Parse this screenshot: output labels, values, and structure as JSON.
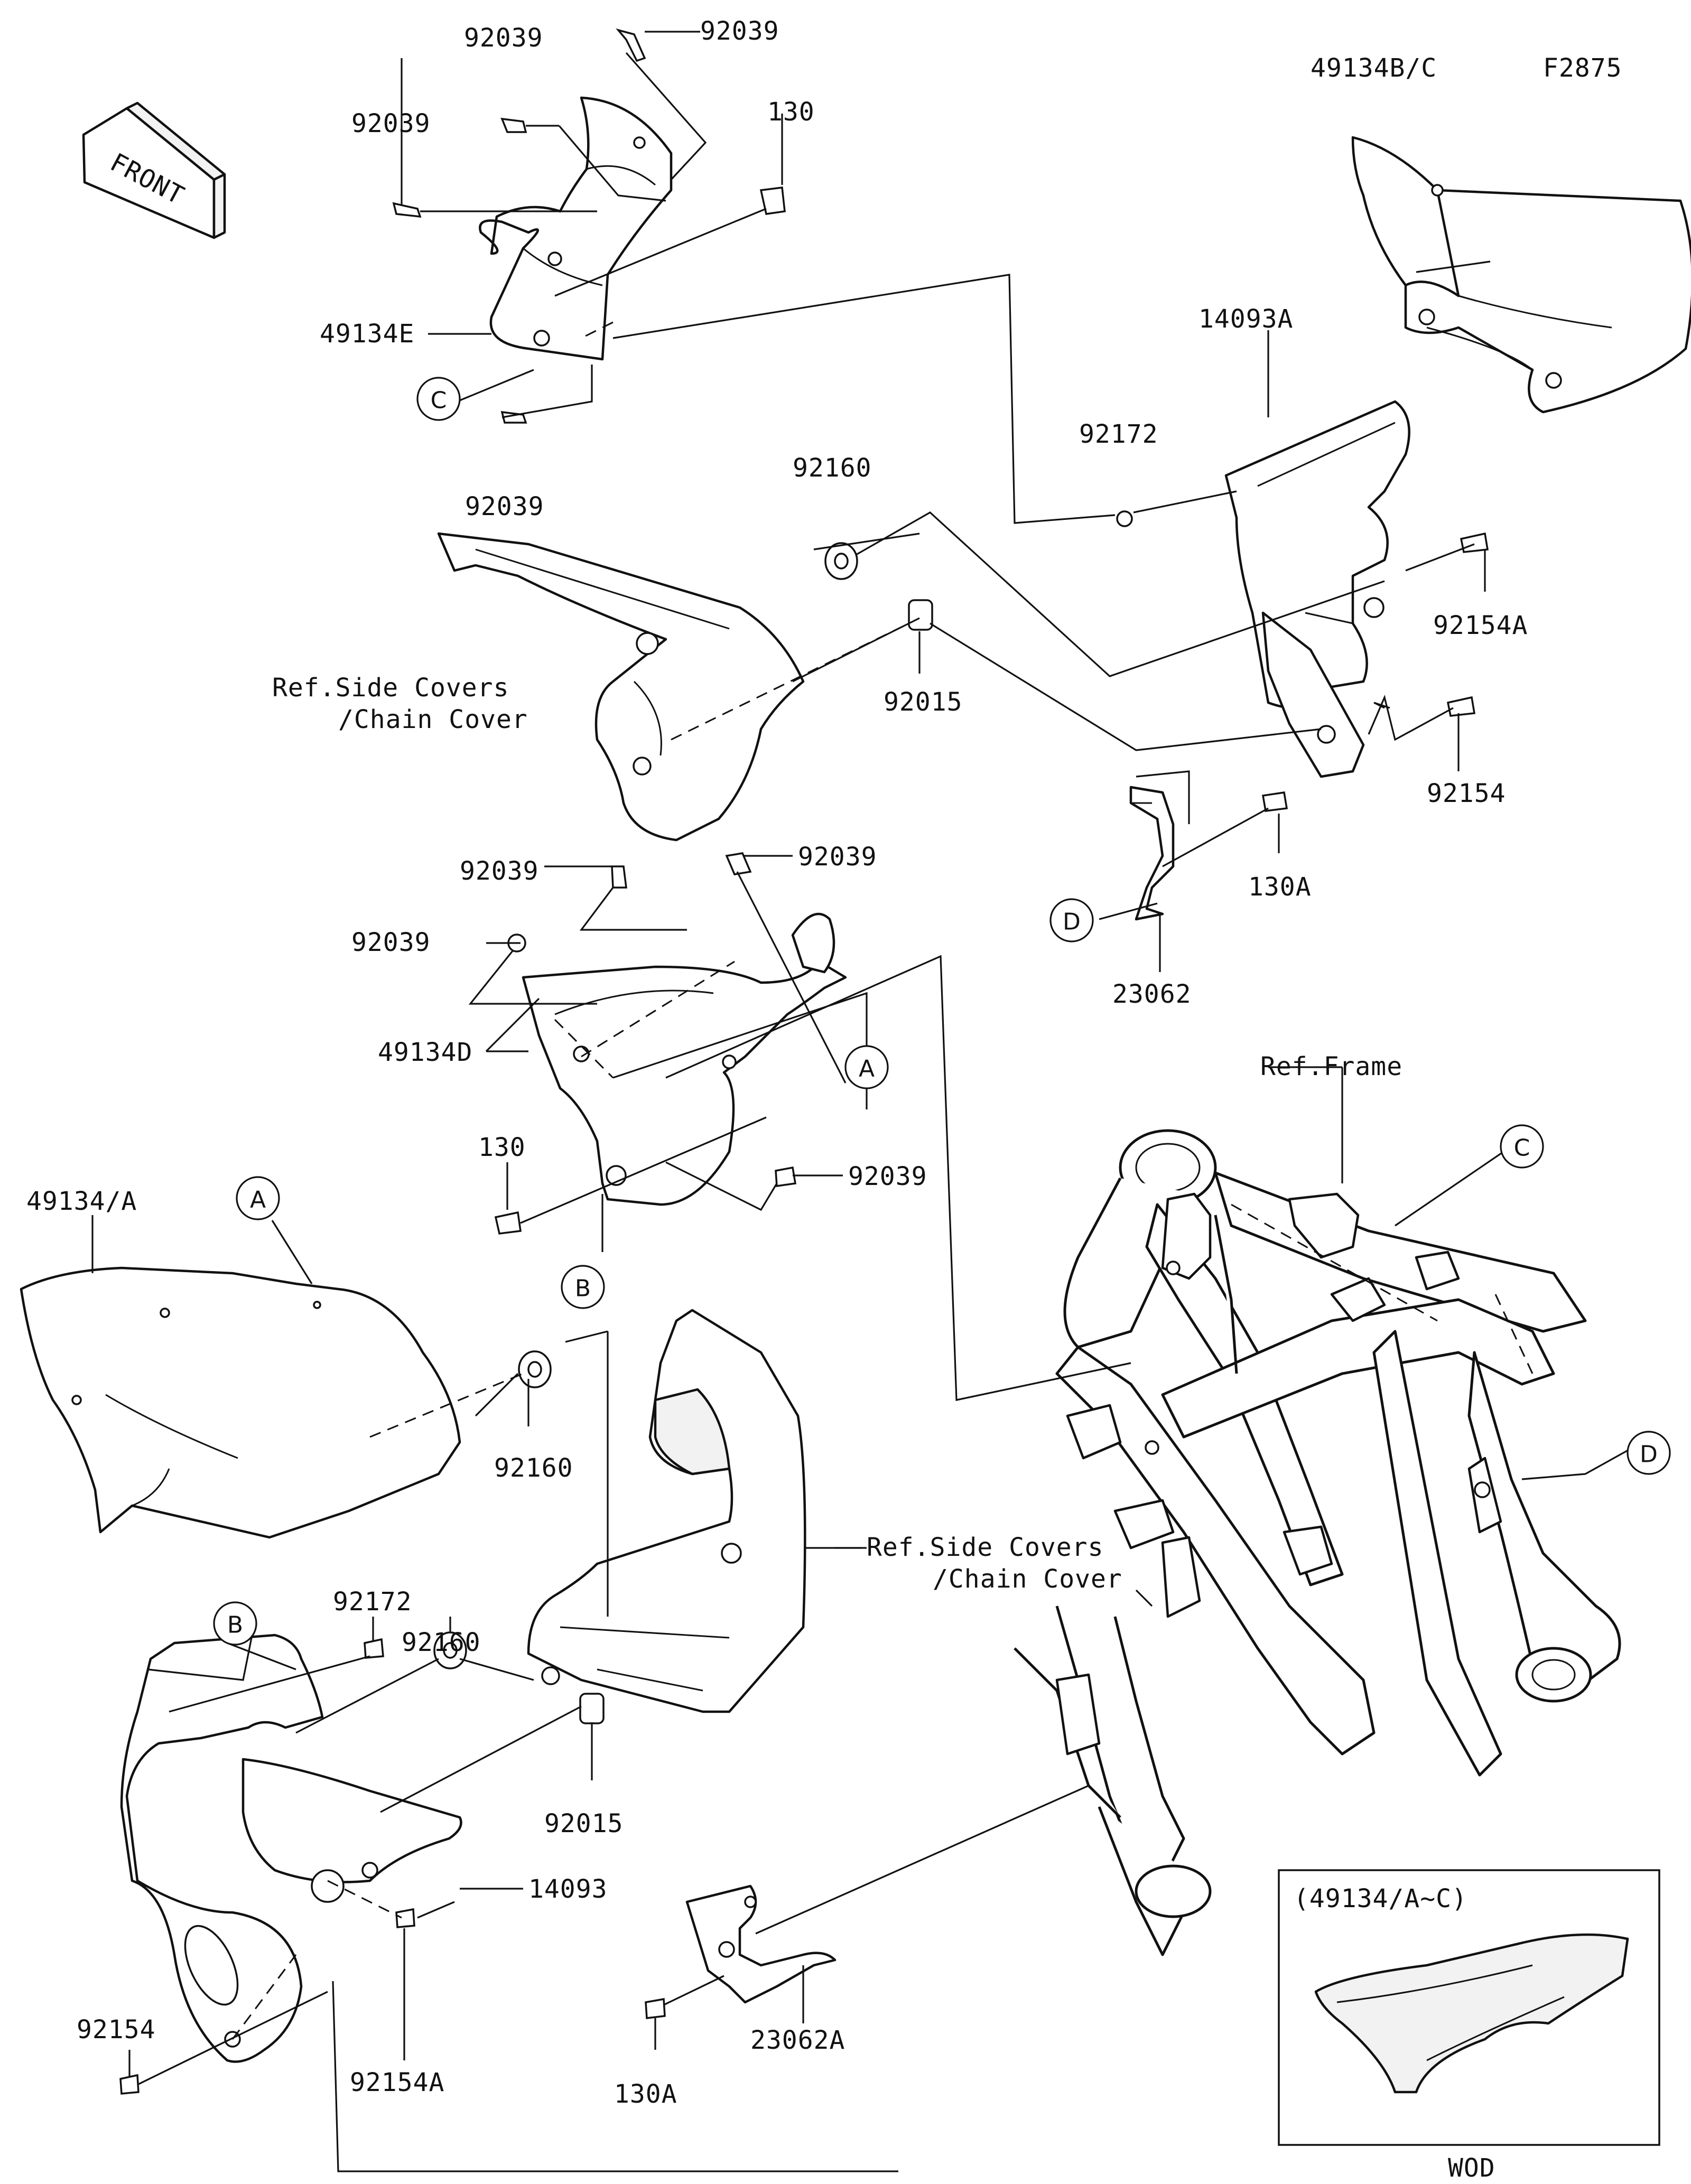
{
  "diagram_code": "F2875",
  "front_arrow": "FRONT",
  "parts": {
    "p49134bc": "49134B/C",
    "p92039_a": "92039",
    "p92039_b": "92039",
    "p92039_c": "92039",
    "p92039_d": "92039",
    "p130_top": "130",
    "p49134e": "49134E",
    "p14093a": "14093A",
    "p92172_top": "92172",
    "p92160_top": "92160",
    "p92015_top": "92015",
    "p92154a_top": "92154A",
    "p92154_top": "92154",
    "p130a_top": "130A",
    "p23062": "23062",
    "p92039_e": "92039",
    "p92039_f": "92039",
    "p92039_g": "92039",
    "p92039_h": "92039",
    "p49134d": "49134D",
    "p130_mid": "130",
    "p49134a": "49134/A",
    "p92160_mid": "92160",
    "p92172_bot": "92172",
    "p92160_bot": "92160",
    "p92015_bot": "92015",
    "p14093": "14093",
    "p92154_bot": "92154",
    "p92154a_bot": "92154A",
    "p130a_bot": "130A",
    "p23062a": "23062A"
  },
  "references": {
    "side_covers_top_1": "Ref.Side Covers",
    "side_covers_top_2": "/Chain Cover",
    "frame": "Ref.Frame",
    "side_covers_mid_1": "Ref.Side Covers",
    "side_covers_mid_2": "/Chain Cover"
  },
  "callouts": {
    "A": "A",
    "B": "B",
    "C": "C",
    "D": "D"
  },
  "inset": {
    "title": "(49134/A~C)",
    "caption": "WOD"
  }
}
